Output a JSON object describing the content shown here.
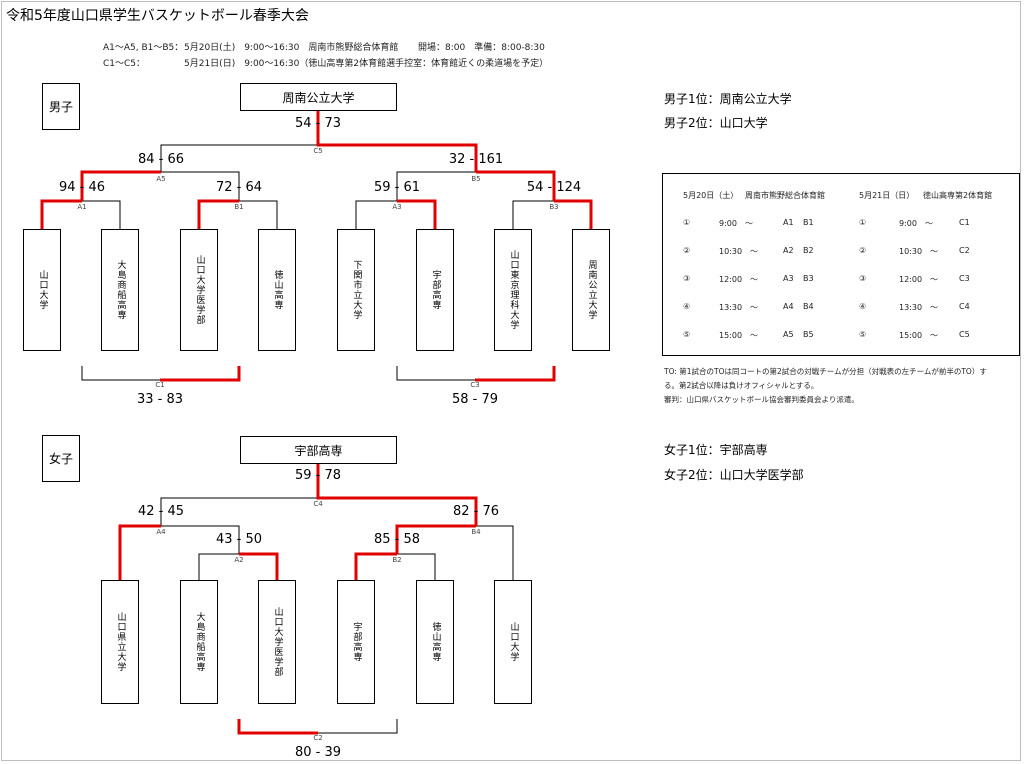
{
  "title": "令和5年度山口県学生バスケットボール春季大会",
  "info": {
    "line1_rounds": "A1～A5, B1～B5：",
    "line1_date": "5月20日(土)　9:00～16:30　周南市熊野総合体育館",
    "line1_times": "開場：8:00　準備：8:00-8:30",
    "line2_rounds": "C1～C5：",
    "line2_date": "5月21日(日)　9:00～16:30（徳山高専第2体育館選手控室：体育館近くの柔道場を予定）"
  },
  "men": {
    "label": "男子",
    "champion": "周南公立大学",
    "teams": [
      "山口大学",
      "大島商船高専",
      "山口大学医学部",
      "徳山高専",
      "下関市立大学",
      "宇部高専",
      "山口東京理科大学",
      "周南公立大学"
    ],
    "matches": [
      {
        "label": "A1",
        "score": "94 - 46"
      },
      {
        "label": "B1",
        "score": "72 - 64"
      },
      {
        "label": "A3",
        "score": "59 - 61"
      },
      {
        "label": "B3",
        "score": "54 - 124"
      },
      {
        "label": "A5",
        "score": "84 - 66"
      },
      {
        "label": "B5",
        "score": "32 - 161"
      },
      {
        "label": "C5",
        "score": "54 - 73"
      },
      {
        "label": "C1",
        "score": "33 - 83"
      },
      {
        "label": "C3",
        "score": "58 - 79"
      }
    ],
    "first": "男子1位：周南公立大学",
    "second": "男子2位：山口大学"
  },
  "women": {
    "label": "女子",
    "champion": "宇部高専",
    "teams": [
      "山口県立大学",
      "大島商船高専",
      "山口大学医学部",
      "宇部高専",
      "徳山高専",
      "山口大学"
    ],
    "matches": [
      {
        "label": "A2",
        "score": "43 - 50"
      },
      {
        "label": "B2",
        "score": "85 - 58"
      },
      {
        "label": "A4",
        "score": "42 - 45"
      },
      {
        "label": "B4",
        "score": "82 - 76"
      },
      {
        "label": "C4",
        "score": "59 - 78"
      },
      {
        "label": "C2",
        "score": "80 - 39"
      }
    ],
    "first": "女子1位：宇部高専",
    "second": "女子2位：山口大学医学部"
  },
  "schedule": {
    "header_left_date": "5月20日（土）",
    "header_left_venue": "周南市熊野総合体育館",
    "header_right_date": "5月21日（日）",
    "header_right_venue": "徳山高専第2体育館",
    "rows": [
      {
        "no": "①",
        "time": "9:00　～",
        "a": "A1",
        "b": "B1",
        "no2": "①",
        "time2": "9:00　～",
        "c": "C1"
      },
      {
        "no": "②",
        "time": "10:30　～",
        "a": "A2",
        "b": "B2",
        "no2": "②",
        "time2": "10:30　～",
        "c": "C2"
      },
      {
        "no": "③",
        "time": "12:00　～",
        "a": "A3",
        "b": "B3",
        "no2": "③",
        "time2": "12:00　～",
        "c": "C3"
      },
      {
        "no": "④",
        "time": "13:30　～",
        "a": "A4",
        "b": "B4",
        "no2": "④",
        "time2": "13:30　～",
        "c": "C4"
      },
      {
        "no": "⑤",
        "time": "15:00　～",
        "a": "A5",
        "b": "B5",
        "no2": "⑤",
        "time2": "15:00　～",
        "c": "C5"
      }
    ]
  },
  "notes": {
    "line1": "TO: 第1試合のTOは同コートの第2試合の対戦チームが分担（対戦表の左チームが前半のTO）す",
    "line2": "る。第2試合以降は負けオフィシャルとする。",
    "line3": "審判：山口県バスケットボール協会審判委員会より派遣。"
  },
  "colors": {
    "winner_line": "#e00000",
    "line": "#000000"
  }
}
